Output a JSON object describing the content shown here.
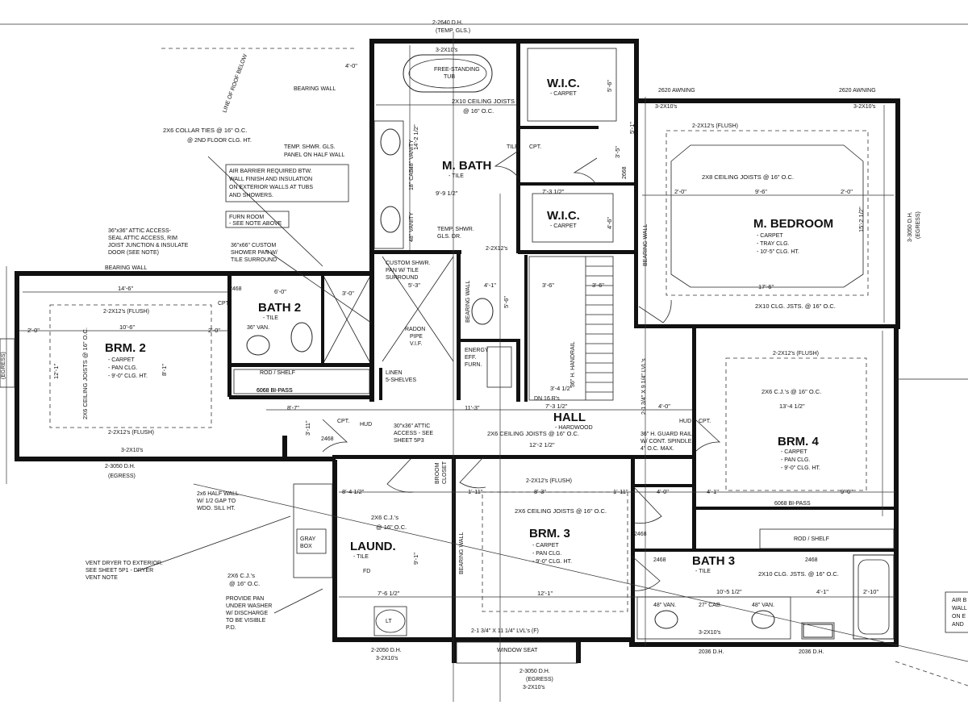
{
  "rooms": {
    "m_bath": {
      "name": "M. BATH",
      "note": "- TILE"
    },
    "m_bedroom": {
      "name": "M. BEDROOM",
      "notes": [
        "- CARPET",
        "- TRAY CLG.",
        "- 10'-5\" CLG. HT."
      ]
    },
    "wic1": {
      "name": "W.I.C.",
      "note": "- CARPET"
    },
    "wic2": {
      "name": "W.I.C.",
      "note": "- CARPET"
    },
    "brm2": {
      "name": "BRM. 2",
      "notes": [
        "- CARPET",
        "- PAN CLG.",
        "- 9'-0\" CLG. HT."
      ]
    },
    "bath2": {
      "name": "BATH 2",
      "note": "- TILE"
    },
    "hall": {
      "name": "HALL",
      "note": "- HARDWOOD"
    },
    "brm4": {
      "name": "BRM. 4",
      "notes": [
        "- CARPET",
        "- PAN CLG.",
        "- 9'-0\" CLG. HT."
      ]
    },
    "brm3": {
      "name": "BRM. 3",
      "notes": [
        "- CARPET",
        "- PAN CLG.",
        "- 9'-0\" CLG. HT."
      ]
    },
    "laund": {
      "name": "LAUND.",
      "note": "- TILE"
    },
    "bath3": {
      "name": "BATH 3",
      "note": "- TILE"
    }
  },
  "notes": {
    "bearing_wall_top": "BEARING WALL",
    "bearing_wall_left": "BEARING WALL",
    "line_roof": "LINE OF ROOF BELOW",
    "collar": "2X6 COLLAR TIES @ 16\" O.C.",
    "collar2": "@ 2ND FLOOR CLG. HT.",
    "temp_shwr": "TEMP. SHWR. GLS.",
    "temp_shwr2": "PANEL ON HALF WALL",
    "air_barrier": [
      "AIR BARRIER REQUIRED BTW.",
      "WALL FINISH AND INSULATION",
      "ON EXTERIOR WALLS AT TUBS",
      "AND SHOWERS."
    ],
    "furn": [
      "FURN ROOM",
      "- SEE NOTE ABOVE"
    ],
    "attic": [
      "36\"x36\" ATTIC ACCESS-",
      "SEAL ATTIC ACCESS, RIM",
      "JOIST JUNCTION & INSULATE",
      "DOOR (SEE NOTE)"
    ],
    "custom_pan": [
      "36\"x66\" CUSTOM",
      "SHOWER PAN W/",
      "TILE SURROUND"
    ],
    "custom_shwr": [
      "CUSTOM SHWR.",
      "PAN W/ TILE",
      "SURROUND"
    ],
    "temp_shwr_dr": [
      "TEMP. SHWR.",
      "GLS. DR."
    ],
    "tub": [
      "FREE-STANDING",
      "TUB"
    ],
    "vanity1": "48\" VANITY",
    "vanity2": "48\" VANITY",
    "cab": "18\" CAB.",
    "ceiling_mbath": "2X10 CEILING JOISTS",
    "oc16": "@ 16\" O.C.",
    "ceiling_mbed": "2X8 CEILING JOISTS @ 16\" O.C.",
    "mbed_flush": "2-2X12's (FLUSH)",
    "mbed_clg_jsts": "2X10 CLG. JSTS. @ 16\" O.C.",
    "brm2_joists": "2X6 CEILING JOISTS @ 16\" O.C.",
    "brm2_flush": "2-2X12's (FLUSH)",
    "rod_shelf": "ROD / SHELF",
    "bifold": "6068 BI-PASS",
    "linen": [
      "LINEN",
      "5-SHELVES"
    ],
    "radon": [
      "RADON",
      "PIPE",
      "V.I.F."
    ],
    "energy": [
      "ENERGY",
      "EFF.",
      "FURN."
    ],
    "hall_joists": "2X6 CEILING JOISTS @ 16\" O.C.",
    "handrail": "36\" H. HANDRAIL",
    "guard": [
      "36\" H. GUARD RAIL",
      "W/ CONT. SPINDLES",
      "4\" O.C. MAX."
    ],
    "dn_risers": "DN 16 R's",
    "brm4_cjs": "2X6 C.J.'s @ 16\" O.C.",
    "brm4_flush": "2-2X12's (FLUSH)",
    "brm3_joists": "2X6 CEILING JOISTS @ 16\" O.C.",
    "brm3_flush": "2-2X12's (FLUSH)",
    "laund_cjs": "2X6 C.J.'s",
    "laund_oc": "@ 16\" O.C.",
    "half_wall": [
      "2x6 HALF WALL",
      "W/ 1/2 GAP TO",
      "WDO. SILL HT."
    ],
    "vent_dryer": [
      "VENT DRYER TO EXTERIOR.",
      "SEE SHEET 5P1 - DRYER",
      "VENT NOTE"
    ],
    "laund_joist": [
      "2X6 C.J.'s",
      "@ 16\" O.C."
    ],
    "provide_pan": [
      "PROVIDE PAN",
      "UNDER WASHER",
      "W/ DISCHARGE",
      "TO BE VISIBLE",
      "P.D."
    ],
    "gray_box": [
      "GRAY",
      "BOX"
    ],
    "broom": [
      "BROOM",
      "CLOSET"
    ],
    "attic2": [
      "30\"x36\" ATTIC",
      "ACCESS - SEE",
      "SHEET 5P3"
    ],
    "window_seat": "WINDOW SEAT",
    "bath3_jsts": "2X10 CLG. JSTS. @ 16\" O.C.",
    "van48a": "48\" VAN.",
    "cab27": "27\" CAB.",
    "van48b": "48\" VAN.",
    "van36": "36\" VAN.",
    "lvl1": "2-1 3/4\" X 11 1/4\" LVL's (F)",
    "lvl2": "2-1 3/4\" X 9 1/4\" LVL's",
    "awning1": "2620 AWNING",
    "awning2": "2620 AWNING",
    "dh_top": "2-2640 D.H.",
    "dh_top2": "(TEMP. GLS.)",
    "dh_left": "2-3050 D.H.",
    "egress": "(EGRESS)",
    "dh_bottom": "2-3050 D.H.",
    "dh_bottom2": "(EGRESS)",
    "dh_bottom3": "3-2X10's",
    "dh_right": "3-3050 D.H.",
    "dh_right2": "(EGRESS)",
    "dh_laund": "2-2050 D.H.",
    "dh_laund2": "3-2X10's",
    "dh_2036a": "2036 D.H.",
    "dh_2036b": "2036 D.H.",
    "air_right": [
      "AIR B",
      "WALL",
      "ON E",
      "AND"
    ],
    "bearing_vert1": "BEARING WALL",
    "bearing_vert2": "BEARING WALL",
    "bearing_vert3": "BEARING WALL",
    "dh_left_ext": "(EGRESS)"
  },
  "dims": {
    "d_14_6": "14'-6\"",
    "d_10_6": "10'-6\"",
    "d_12_1": "12'-1\"",
    "d_8_1": "8'-1\"",
    "d_2_0a": "2'-0\"",
    "d_2_0b": "2'-0\"",
    "d_9_9": "9'-9 1/2\"",
    "d_14_2": "14'-2 1/2\"",
    "d_7_3": "7'-3 1/2\"",
    "d_9_6": "9'-6\"",
    "d_2_0c": "2'-0\"",
    "d_2_0d": "2'-0\"",
    "d_15_2": "15'-2 1/2\"",
    "d_17_6": "17'-6\"",
    "d_6_0": "6'-0\"",
    "d_3_0": "3'-0\"",
    "d_5_3": "5'-3\"",
    "d_3_6a": "3'-6\"",
    "d_3_6b": "3'-6\"",
    "d_4_1a": "4'-1\"",
    "d_8_7": "8'-7\"",
    "d_7_3b": "7'-3 1/2\"",
    "d_12_2": "12'-2 1/2\"",
    "d_4_0": "4'-0\"",
    "d_13_4": "13'-4 1/2\"",
    "d_9_0": "9'-0\"",
    "d_8_3": "8'-3\"",
    "d_1_11a": "1'-11\"",
    "d_1_11b": "1'-11\"",
    "d_8_4": "8'-4 1/2\"",
    "d_9_1": "9'-1\"",
    "d_7_6": "7'-6 1/2\"",
    "d_12_1b": "12'-1\"",
    "d_4_0b": "4'-0\"",
    "d_4_1b": "4'-1\"",
    "d_10_5": "10'-5 1/2\"",
    "d_4_1c": "4'-1\"",
    "d_2_10": "2'-10\"",
    "d_5_6": "5'-6\"",
    "d_4_0c": "4'-0\"",
    "d_5_6b": "5'-6\"",
    "d_4_6": "4'-6\"",
    "d_5_1": "5'-1\"",
    "d_3_5": "3'-5\"",
    "d_3_11": "3'-11\"",
    "d_11_3": "11'-3\"",
    "d_3_4": "3'-4 1/2\""
  },
  "labels": {
    "door_2468a": "2468",
    "door_2468b": "2468",
    "door_2468c": "2468",
    "door_2468d": "2468",
    "door_2468e": "2468",
    "door_2668": "2668",
    "door_6068": "6068 BI-PASS",
    "door_6068b": "6068 BI-PASS",
    "cpt1": "CPT.",
    "cpt2": "CPT.",
    "cpt3": "CPT.",
    "cpt4": "CPT.",
    "hud1": "HUD",
    "hud2": "HUD",
    "tile": "TILE",
    "lt": "LT",
    "fd": "FD",
    "cab_label": "CAB.",
    "x2x10a": "3-2X10's",
    "x2x10b": "3-2X10's",
    "x2x10c": "3-2X10's",
    "x2x10d": "3-2X10's",
    "x2x10e": "3-2X10's",
    "x2x12": "2-2X12's",
    "x2x12b": "2-2X12's (FLUSH)"
  }
}
